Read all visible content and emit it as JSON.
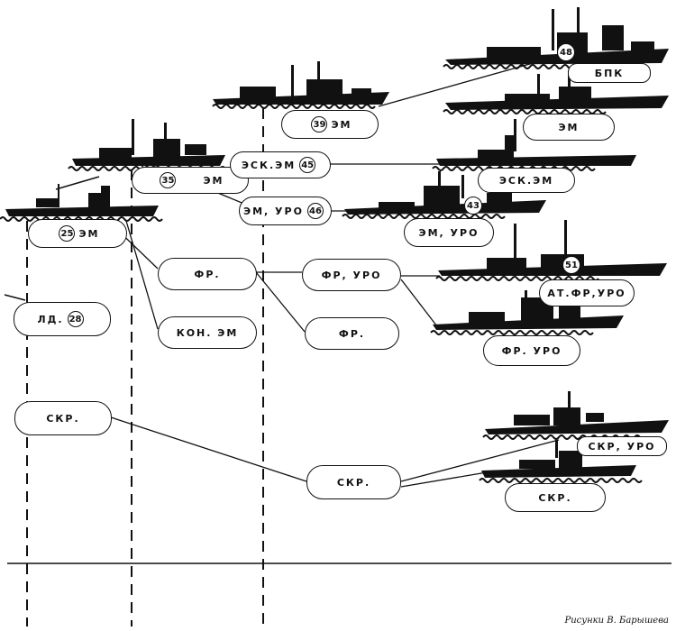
{
  "nodes": {
    "em25": {
      "num": "25",
      "label": "ЭМ"
    },
    "em35": {
      "num": "35",
      "label": "ЭМ"
    },
    "em39": {
      "num": "39",
      "label": "ЭМ"
    },
    "esk_em45": {
      "label": "ЭСК.ЭМ",
      "num": "45"
    },
    "em_uro46": {
      "label": "ЭМ, УРО",
      "num": "46"
    },
    "ld28": {
      "label": "ЛД.",
      "num": "28"
    },
    "fr": {
      "label": "ФР."
    },
    "kon_em": {
      "label": "КОН. ЭМ"
    },
    "fr_uro": {
      "label": "ФР, УРО"
    },
    "fr_mid": {
      "label": "ФР."
    },
    "skr_left": {
      "label": "СКР."
    },
    "skr_mid": {
      "label": "СКР."
    },
    "r_bpk": {
      "label": "БПК"
    },
    "r_em": {
      "label": "ЭМ"
    },
    "r_esk_em": {
      "label": "ЭСК.ЭМ"
    },
    "r_em_uro": {
      "label": "ЭМ, УРО"
    },
    "r_at_fr_uro": {
      "label": "АТ.ФР,УРО"
    },
    "r_fr_uro": {
      "label": "ФР. УРО"
    },
    "r_skr_uro": {
      "label": "СКР, УРО"
    },
    "r_skr": {
      "label": "СКР."
    }
  },
  "badges": {
    "b48": "48",
    "b43": "43",
    "b51": "51"
  },
  "credit": "Рисунки В. Барышева"
}
